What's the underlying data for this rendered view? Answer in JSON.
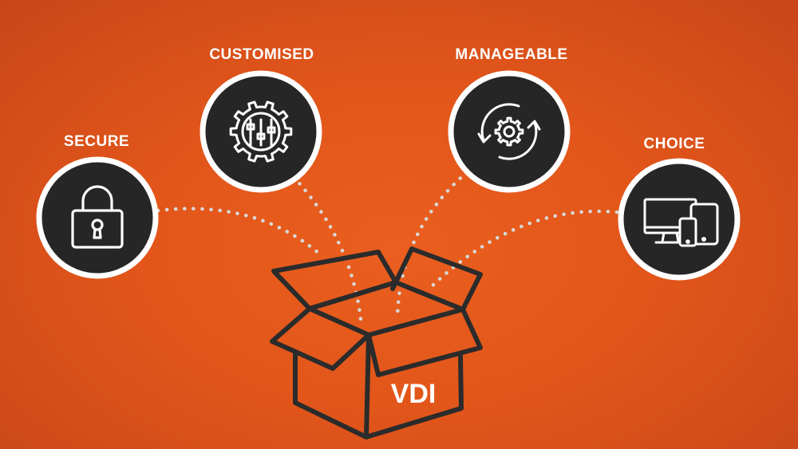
{
  "features": {
    "secure": {
      "label": "SECURE",
      "icon": "padlock-icon"
    },
    "customised": {
      "label": "CUSTOMISED",
      "icon": "gear-sliders-icon"
    },
    "manageable": {
      "label": "MANAGEABLE",
      "icon": "gear-cycle-icon"
    },
    "choice": {
      "label": "CHOICE",
      "icon": "devices-icon"
    }
  },
  "box": {
    "label": "VDI",
    "icon": "open-box-icon"
  },
  "colors": {
    "background": "#e2561a",
    "circle_fill": "#262626",
    "circle_ring": "#ffffff",
    "box_outline": "#2b2b2b",
    "dots": "#d9d9d9"
  }
}
